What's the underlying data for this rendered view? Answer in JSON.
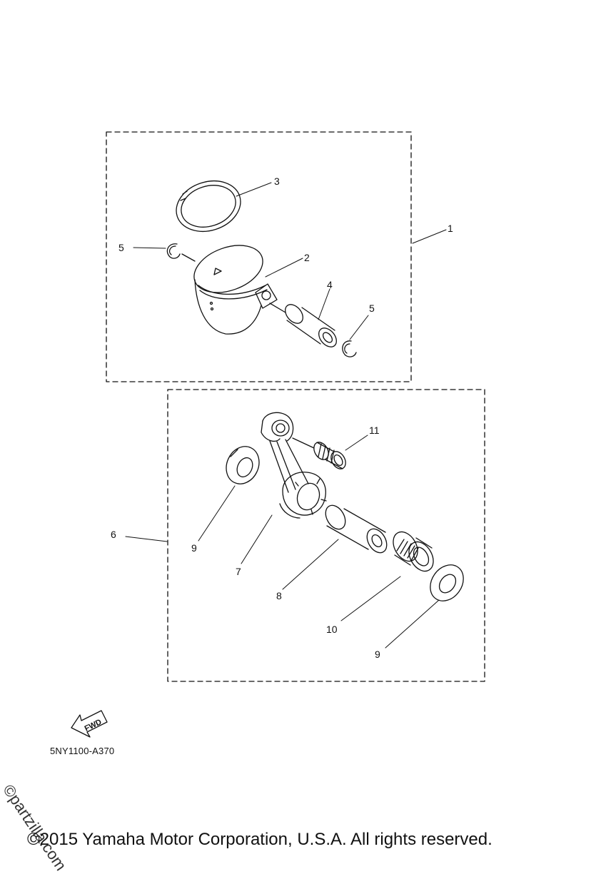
{
  "callouts": {
    "c1": "1",
    "c2": "2",
    "c3": "3",
    "c4": "4",
    "c5a": "5",
    "c5b": "5",
    "c6": "6",
    "c7": "7",
    "c8": "8",
    "c9a": "9",
    "c9b": "9",
    "c10": "10",
    "c11": "11"
  },
  "fwd_label": "FWD",
  "ref_code": "5NY1100-A370",
  "watermark": "©partzilla.com",
  "copyright": "©2015 Yamaha Motor Corporation, U.S.A. All rights reserved."
}
